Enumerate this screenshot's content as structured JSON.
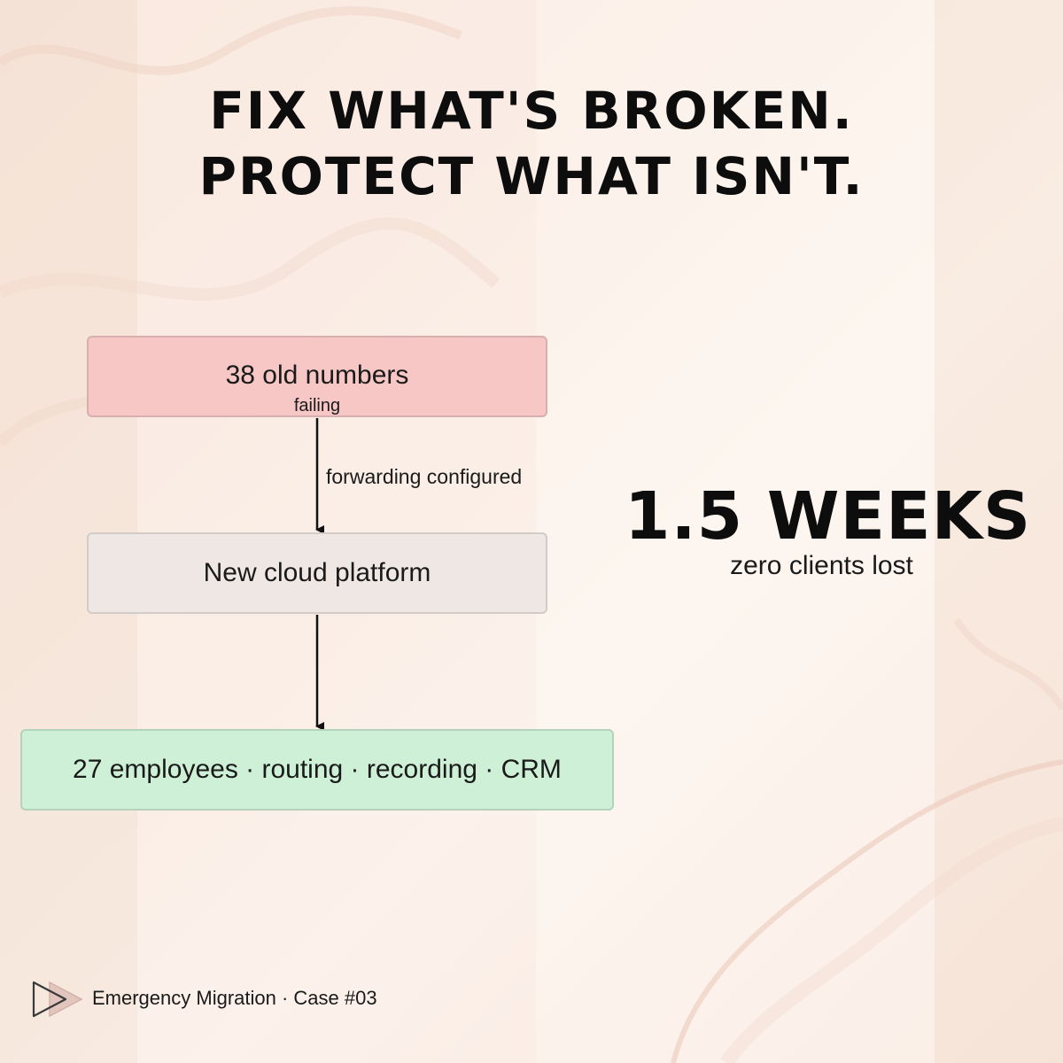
{
  "headline": {
    "line1": "FIX WHAT'S BROKEN.",
    "line2": "PROTECT WHAT ISN'T."
  },
  "diagram": {
    "nodes": {
      "old_numbers": {
        "label": "38 old numbers",
        "sublabel": "failing",
        "color": "#f7c7c6"
      },
      "cloud": {
        "label": "New cloud platform",
        "color": "#efe7e4"
      },
      "employees": {
        "label": "27 employees · routing · recording · CRM",
        "color": "#cdf0d6"
      }
    },
    "edges": {
      "old_to_cloud": {
        "label": "forwarding configured"
      },
      "cloud_to_employees": {
        "label": ""
      }
    }
  },
  "stat": {
    "value": "1.5 WEEKS",
    "caption": "zero clients lost"
  },
  "footer": {
    "logo_icon": "double-play-arrow-icon",
    "text": "Emergency Migration · Case #03"
  }
}
